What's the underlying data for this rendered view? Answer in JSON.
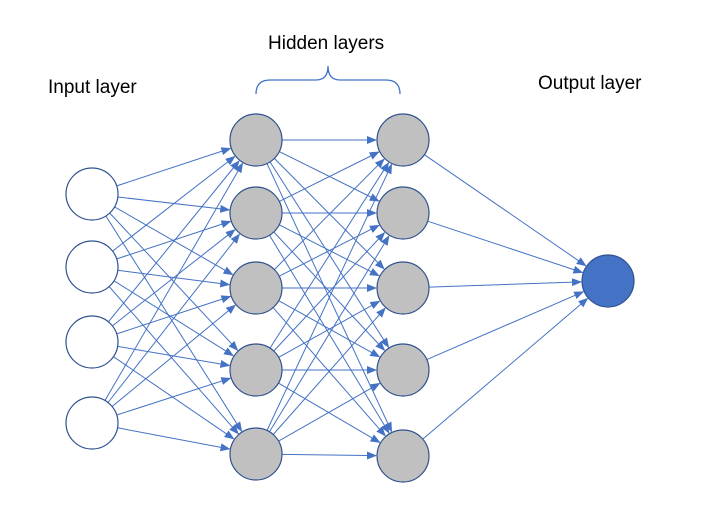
{
  "labels": {
    "input": "Input layer",
    "hidden": "Hidden layers",
    "output": "Output layer"
  },
  "network": {
    "layers": [
      {
        "role": "input",
        "nodes": 4
      },
      {
        "role": "hidden",
        "nodes": 5
      },
      {
        "role": "hidden",
        "nodes": 5
      },
      {
        "role": "output",
        "nodes": 1
      }
    ],
    "connectivity": "fully-connected"
  },
  "colors": {
    "edge": "#4472c4",
    "input_fill": "#ffffff",
    "input_stroke": "#2f528f",
    "hidden_fill": "#c0c0c0",
    "hidden_stroke": "#2f528f",
    "output_fill": "#4472c4",
    "output_stroke": "#2f528f",
    "brace": "#4472c4"
  }
}
